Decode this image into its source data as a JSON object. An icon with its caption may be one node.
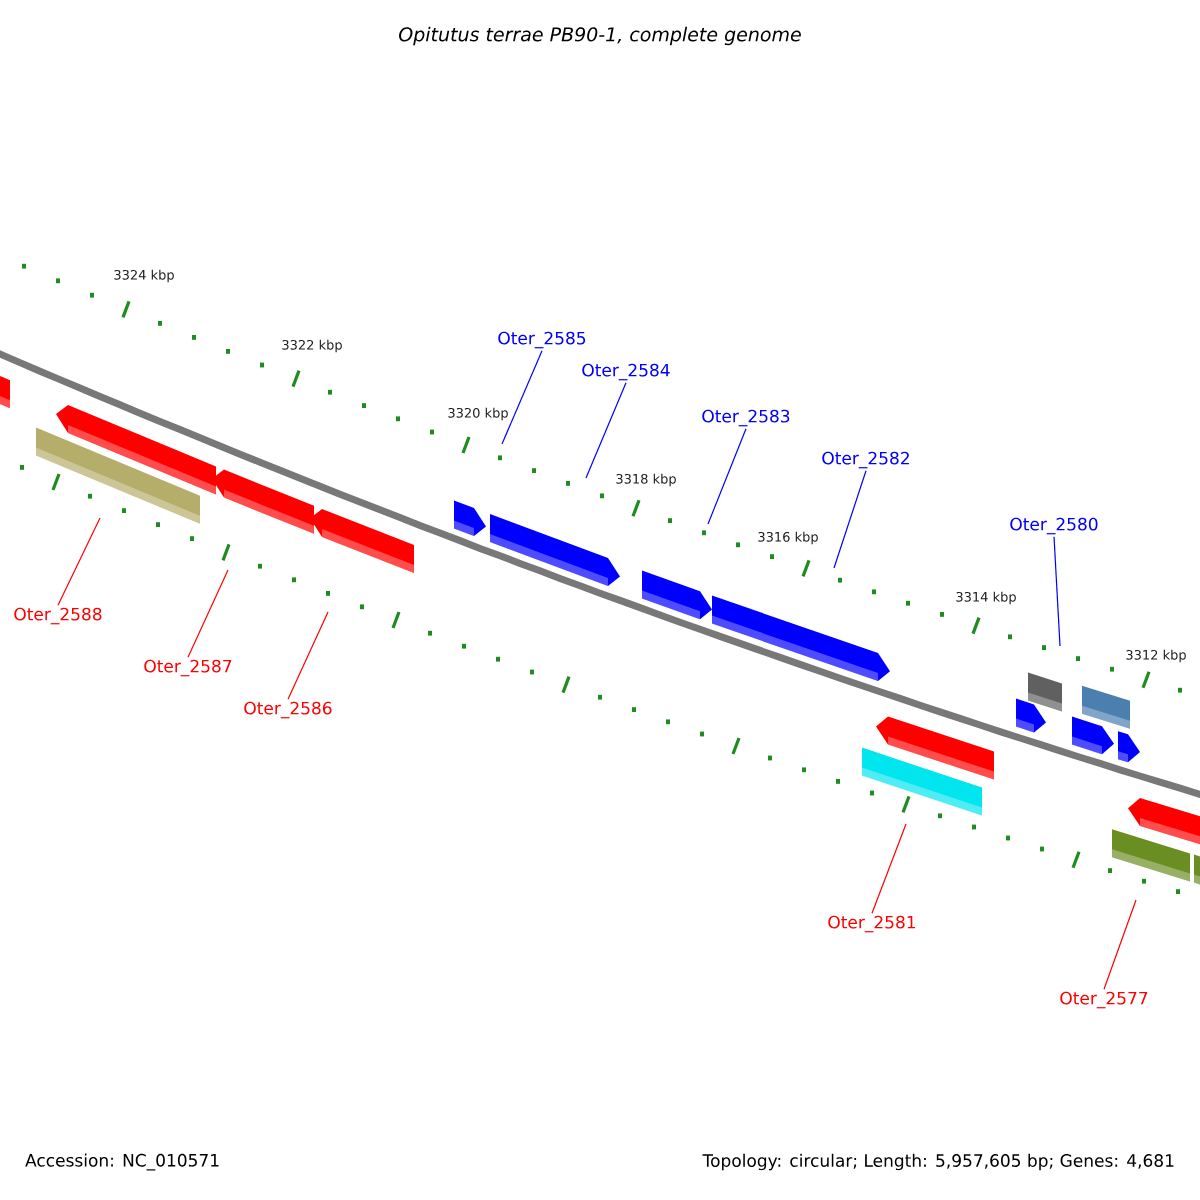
{
  "diagram": {
    "title": "Opitutus terrae PB90-1, complete genome",
    "nodes": [
      {
        "text": [
          "Oter_2585"
        ]
      },
      {
        "text": [
          "Oter_2584"
        ]
      },
      {
        "text": [
          "Oter_2583"
        ]
      },
      {
        "text": [
          "Oter_2582"
        ]
      },
      {
        "text": [
          "Oter_2580"
        ]
      },
      {
        "text": [
          "Oter_2588"
        ]
      },
      {
        "text": [
          "Oter_2587"
        ]
      },
      {
        "text": [
          "Oter_2586"
        ]
      },
      {
        "text": [
          "Oter_2581"
        ]
      },
      {
        "text": [
          "Oter_2577"
        ]
      }
    ],
    "edges": [
      {
        "from": 0,
        "to": null,
        "arrow": "none"
      },
      {
        "from": 1,
        "to": null,
        "arrow": "none"
      },
      {
        "from": 2,
        "to": null,
        "arrow": "none"
      },
      {
        "from": 3,
        "to": null,
        "arrow": "none"
      },
      {
        "from": 4,
        "to": null,
        "arrow": "none"
      },
      {
        "from": 5,
        "to": null,
        "arrow": "none",
        "color": "#ff0000"
      },
      {
        "from": 6,
        "to": null,
        "arrow": "none",
        "color": "#ff0000"
      },
      {
        "from": 7,
        "to": null,
        "arrow": "none",
        "color": "#ff0000"
      },
      {
        "from": 8,
        "to": null,
        "arrow": "none",
        "color": "#ff0000"
      },
      {
        "from": 9,
        "to": null,
        "arrow": "none",
        "color": "#ff0000"
      }
    ],
    "labels": [
      "3324 kbp",
      "3322 kbp",
      "3320 kbp",
      "3318 kbp",
      "3316 kbp",
      "3314 kbp",
      "3312 kbp",
      "Accession: NC_010571",
      "Topology: circular; Length: 5,957,605 bp; Genes: 4,681"
    ]
  }
}
